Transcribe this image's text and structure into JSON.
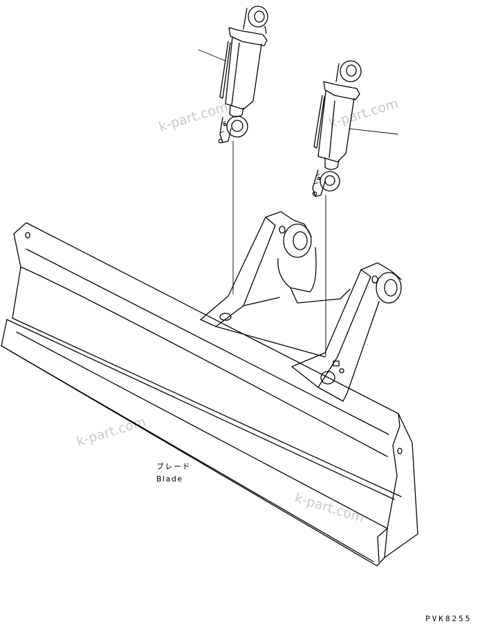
{
  "labels": {
    "part_jp": "ブレード",
    "part_en": "Blade",
    "drawing_code": "PVK8255"
  },
  "watermarks": [
    "k-part.com",
    "k-part.com",
    "k-part.com",
    "k-part.com"
  ]
}
